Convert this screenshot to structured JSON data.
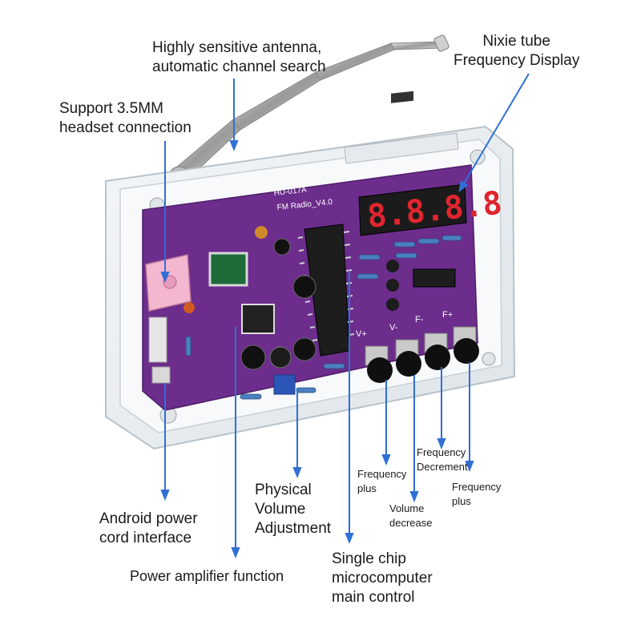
{
  "board": {
    "model": "HU-017A",
    "name": "FM Radio_V4.0",
    "display_digits": "8.8.8.8"
  },
  "buttons": [
    "V+",
    "V-",
    "F-",
    "F+"
  ],
  "callouts": {
    "antenna": [
      "Highly sensitive antenna,",
      "automatic channel search"
    ],
    "nixie": [
      "Nixie tube",
      "Frequency Display"
    ],
    "headset": [
      "Support 3.5MM",
      "headset connection"
    ],
    "android": [
      "Android power",
      "cord interface"
    ],
    "amplifier": [
      "Power amplifier function"
    ],
    "volume": [
      "Physical",
      "Volume",
      "Adjustment"
    ],
    "mcu": [
      "Single chip",
      "microcomputer",
      "main control"
    ],
    "freq_plus_1": [
      "Frequency",
      "plus"
    ],
    "vol_decrease": [
      "Volume",
      "decrease"
    ],
    "freq_decrement": [
      "Frequency",
      "Decrement"
    ],
    "freq_plus_2": [
      "Frequency",
      "plus"
    ]
  },
  "colors": {
    "arrow": "#2f6fd6",
    "pcb": "#6c2d8c",
    "case": "#e8edf1",
    "display": "#e0252f"
  }
}
